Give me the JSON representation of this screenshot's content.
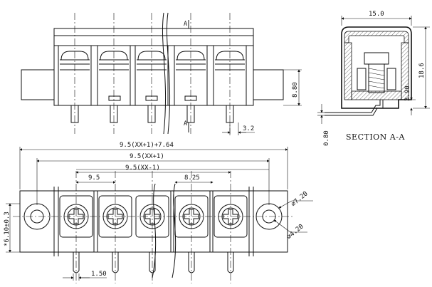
{
  "drawing": {
    "front_view": {
      "section_marks": [
        "A",
        "A"
      ],
      "dimensions": {
        "height_body": "8.80",
        "pin_width": "3.2"
      }
    },
    "section_view": {
      "title": "SECTION A-A",
      "dimensions": {
        "width_top": "15.0",
        "height_total": "18.6",
        "height_lower": "3.90",
        "thickness": "0.80"
      }
    },
    "top_view": {
      "dimensions": {
        "overall": "9.5(XX+1)+7.64",
        "pitch_total": "9.5(XX+1)",
        "pitch_inner": "9.5(XX-1)",
        "pitch": "9.5",
        "pitch_alt": "8.25",
        "mount_offset": "*6.10±0.3",
        "hole_outer": "⌀7.20",
        "hole_inner": "⌀4.20",
        "pin_pitch": "1.50"
      }
    }
  }
}
